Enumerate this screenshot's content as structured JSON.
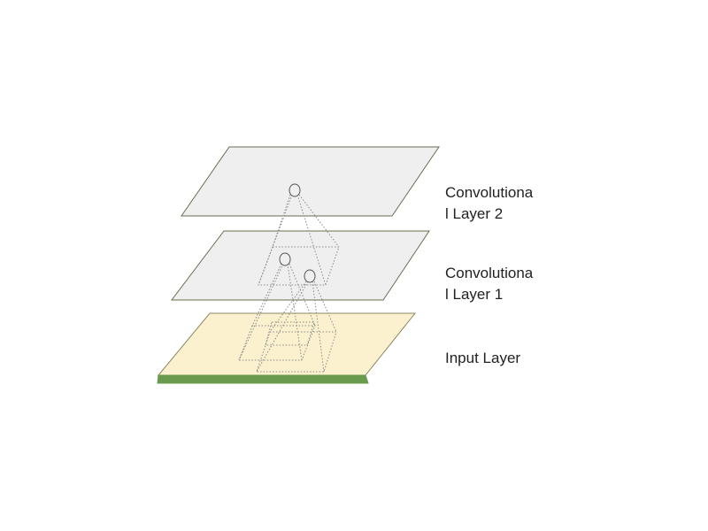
{
  "layers": {
    "conv2": {
      "label_line1": "Convolutiona",
      "label_line2": "l Layer 2"
    },
    "conv1": {
      "label_line1": "Convolutiona",
      "label_line2": "l Layer 1"
    },
    "input": {
      "label": "Input Layer"
    }
  },
  "colors": {
    "conv_fill": "#efefef",
    "conv_stroke": "#6b6b55",
    "input_fill": "#fbf1cf",
    "input_stroke": "#8a8660",
    "input_edge": "#6a9a4e",
    "node_stroke": "#555555",
    "field_stroke": "#8a8a8a"
  }
}
